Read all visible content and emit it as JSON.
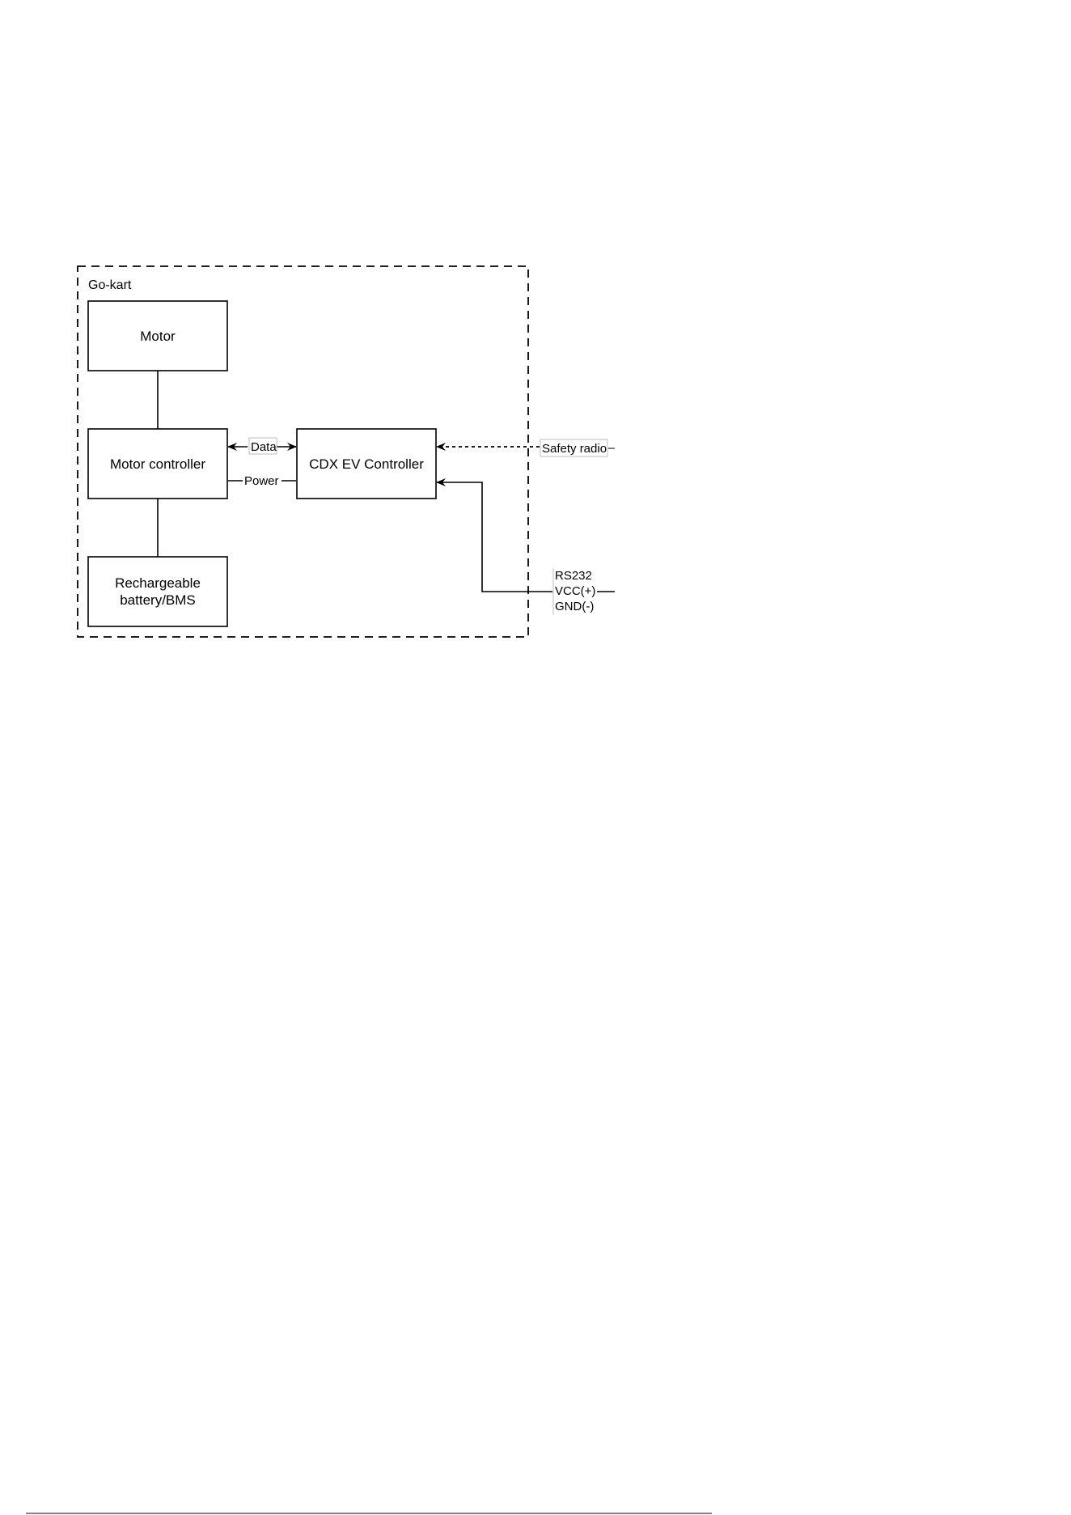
{
  "diagram": {
    "group": {
      "label": "Go-kart"
    },
    "blocks": {
      "motor": "Motor",
      "motor_controller": "Motor controller",
      "cdx_controller": "CDX EV Controller",
      "battery_line1": "Rechargeable",
      "battery_line2": "battery/BMS"
    },
    "connections": {
      "data": "Data",
      "power": "Power",
      "safety_radio": "Safety radio"
    },
    "external_port": {
      "line1": "RS232",
      "line2": "VCC(+)",
      "line3": "GND(-)"
    }
  }
}
